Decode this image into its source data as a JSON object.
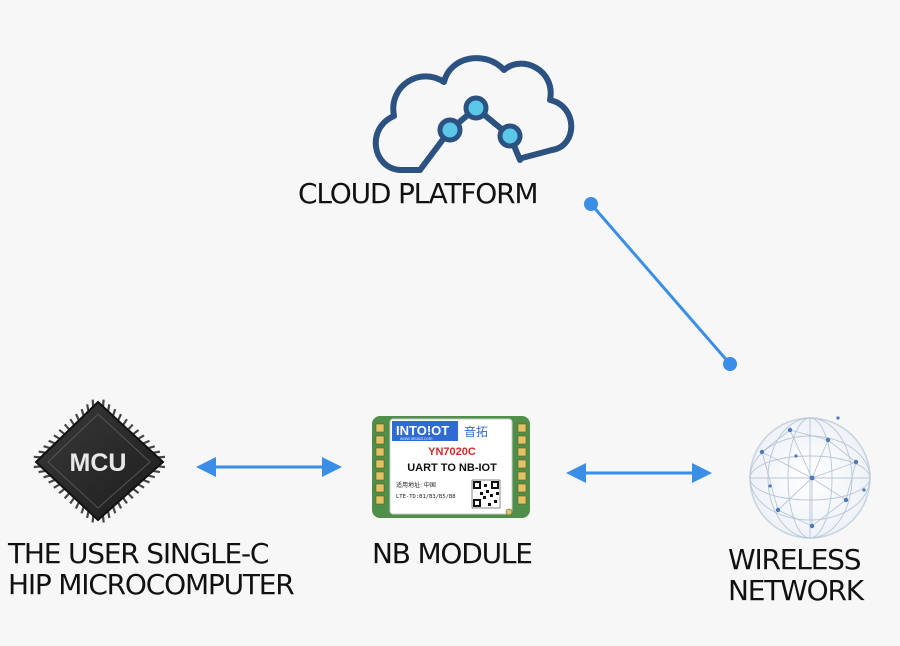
{
  "nodes": {
    "cloud": {
      "label": "CLOUD PLATFORM"
    },
    "mcu": {
      "chip_text": "MCU",
      "label_lines": [
        "THE USER SINGLE-C",
        "HIP MICROCOMPUTER"
      ]
    },
    "nb_module": {
      "brand": "INTO!OT",
      "brand_url": "www.intoiot.com",
      "brand_cn": "音拓",
      "model": "YN7020C",
      "title": "UART TO NB-IOT",
      "region": "适用地址: 中国",
      "bands": "LTE-TD:B1/B3/B5/B8",
      "label": "NB MODULE"
    },
    "wireless": {
      "label_lines": [
        "WIRELESS",
        "NETWORK"
      ]
    }
  },
  "colors": {
    "cloud_stroke": "#2c5282",
    "cloud_node": "#5bc8e8",
    "connector": "#3a8ee6",
    "pcb_green": "#4f8f4a",
    "module_blue": "#2f6bd1",
    "model_red": "#d22b2b",
    "chip_body": "#2b2b2b"
  },
  "icons": [
    "cloud-network-icon",
    "mcu-chip-icon",
    "nb-module-board-icon",
    "globe-network-icon"
  ]
}
